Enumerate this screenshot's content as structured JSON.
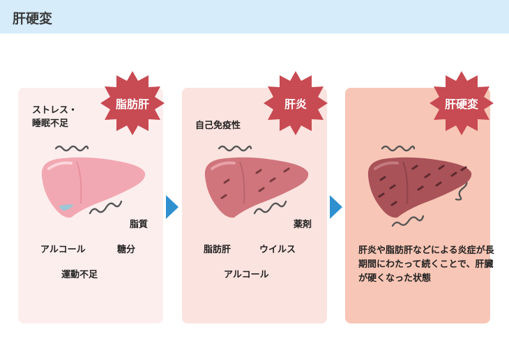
{
  "header": {
    "title": "肝硬変"
  },
  "colors": {
    "header_bg": "#d6ecfa",
    "badge_red": "#c84a52",
    "arrow_blue": "#2f90d0",
    "panel1_bg": "#fdeeee",
    "panel2_bg": "#fbe3df",
    "panel3_bg": "#f8c6b6"
  },
  "stages": [
    {
      "badge": "脂肪肝",
      "causes": {
        "stress": "ストレス・",
        "sleep": "睡眠不足",
        "fat": "脂質",
        "alcohol": "アルコール",
        "sugar": "糖分",
        "exercise": "運動不足"
      },
      "liver_icon": "fatty-liver-icon"
    },
    {
      "badge": "肝炎",
      "causes": {
        "autoimmune": "自己免疫性",
        "drug": "薬剤",
        "fattyliver": "脂肪肝",
        "virus": "ウイルス",
        "alcohol": "アルコール"
      },
      "liver_icon": "hepatitis-liver-icon"
    },
    {
      "badge": "肝硬変",
      "description": "肝炎や脂肪肝などによる炎症が長期間にわたって続くことで、肝臓が硬くなった状態",
      "liver_icon": "cirrhosis-liver-icon"
    }
  ]
}
